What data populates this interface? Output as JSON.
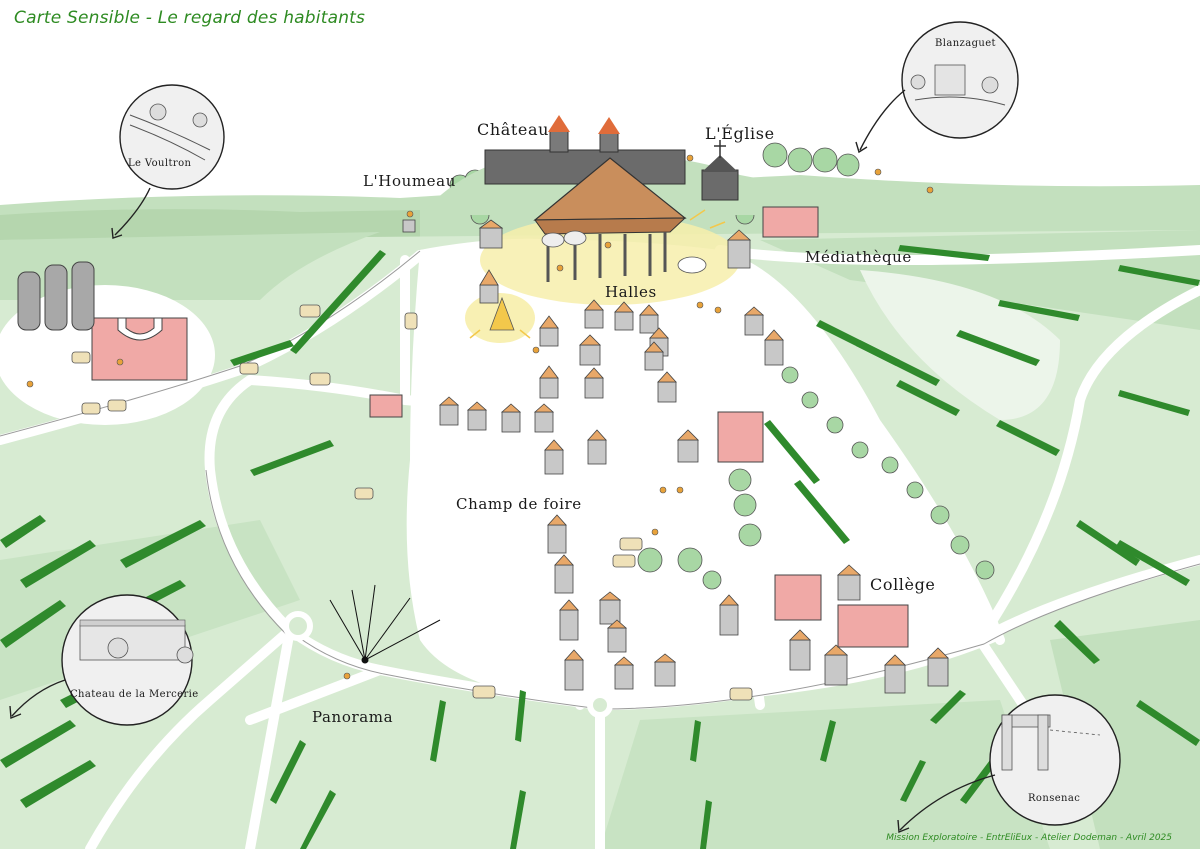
{
  "title": "Carte Sensible - Le regard des habitants",
  "labels": {
    "chateau": "Château",
    "eglise": "L'Église",
    "houmeau": "L'Houmeau",
    "halles": "Halles",
    "mediatheque": "Médiathèque",
    "champ_de_foire": "Champ de foire",
    "college": "Collège",
    "panorama": "Panorama"
  },
  "insets": {
    "voultron": "Le Voultron",
    "blanzaguet": "Blanzaguet",
    "mercerie": "Chateau de la Mercerie",
    "ronsenac": "Ronsenac"
  },
  "credit": "Mission Exploratoire - EntrEliEux - Atelier Dodeman - Avril 2025",
  "colors": {
    "field": "#d7ebd2",
    "field_dark": "#c3e0be",
    "hedge": "#2f8a2c",
    "road": "#ffffff",
    "roof_orange": "#e8a869",
    "roof_grey": "#c4c4c4",
    "pink_building": "#f0a9a6",
    "halles_roof": "#c98e5c",
    "halles_glow": "#f7eeab",
    "title_green": "#2e8b22"
  }
}
